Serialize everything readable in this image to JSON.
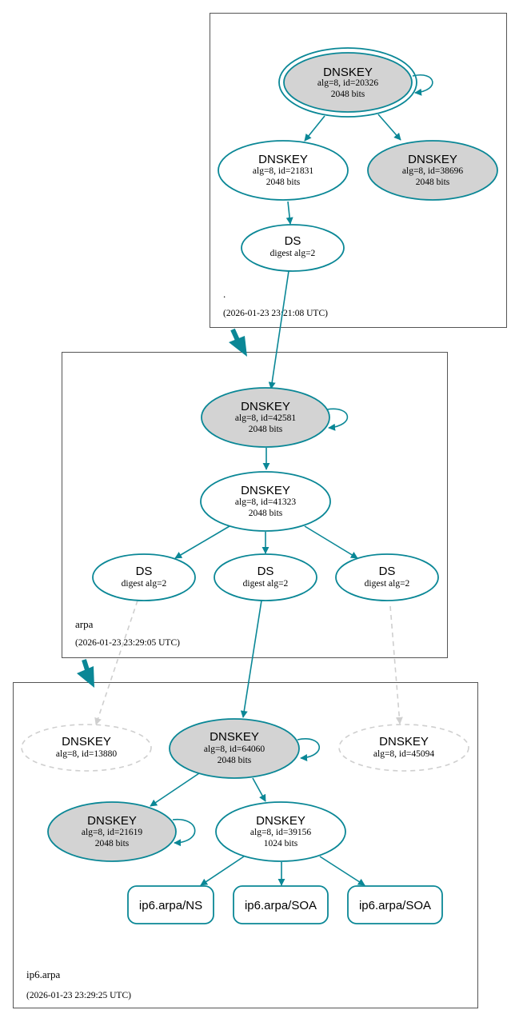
{
  "colors": {
    "edge": "#0a8796",
    "node_border": "#0a8796",
    "sep_fill": "#d3d3d3",
    "missing": "#cfcfcf"
  },
  "zones": {
    "root": {
      "name": ".",
      "timestamp": "(2026-01-23 23:21:08 UTC)"
    },
    "arpa": {
      "name": "arpa",
      "timestamp": "(2026-01-23 23:29:05 UTC)"
    },
    "ip6": {
      "name": "ip6.arpa",
      "timestamp": "(2026-01-23 23:29:25 UTC)"
    }
  },
  "nodes": {
    "root_ksk": {
      "title": "DNSKEY",
      "line1": "alg=8, id=20326",
      "line2": "2048 bits"
    },
    "root_zsk": {
      "title": "DNSKEY",
      "line1": "alg=8, id=21831",
      "line2": "2048 bits"
    },
    "root_key3": {
      "title": "DNSKEY",
      "line1": "alg=8, id=38696",
      "line2": "2048 bits"
    },
    "root_ds": {
      "title": "DS",
      "line1": "digest alg=2"
    },
    "arpa_ksk": {
      "title": "DNSKEY",
      "line1": "alg=8, id=42581",
      "line2": "2048 bits"
    },
    "arpa_zsk": {
      "title": "DNSKEY",
      "line1": "alg=8, id=41323",
      "line2": "2048 bits"
    },
    "arpa_ds1": {
      "title": "DS",
      "line1": "digest alg=2"
    },
    "arpa_ds2": {
      "title": "DS",
      "line1": "digest alg=2"
    },
    "arpa_ds3": {
      "title": "DS",
      "line1": "digest alg=2"
    },
    "ip6_missing1": {
      "title": "DNSKEY",
      "line1": "alg=8, id=13880"
    },
    "ip6_ksk": {
      "title": "DNSKEY",
      "line1": "alg=8, id=64060",
      "line2": "2048 bits"
    },
    "ip6_missing2": {
      "title": "DNSKEY",
      "line1": "alg=8, id=45094"
    },
    "ip6_key3": {
      "title": "DNSKEY",
      "line1": "alg=8, id=21619",
      "line2": "2048 bits"
    },
    "ip6_zsk": {
      "title": "DNSKEY",
      "line1": "alg=8, id=39156",
      "line2": "1024 bits"
    },
    "rr_ns": {
      "label": "ip6.arpa/NS"
    },
    "rr_soa1": {
      "label": "ip6.arpa/SOA"
    },
    "rr_soa2": {
      "label": "ip6.arpa/SOA"
    }
  }
}
